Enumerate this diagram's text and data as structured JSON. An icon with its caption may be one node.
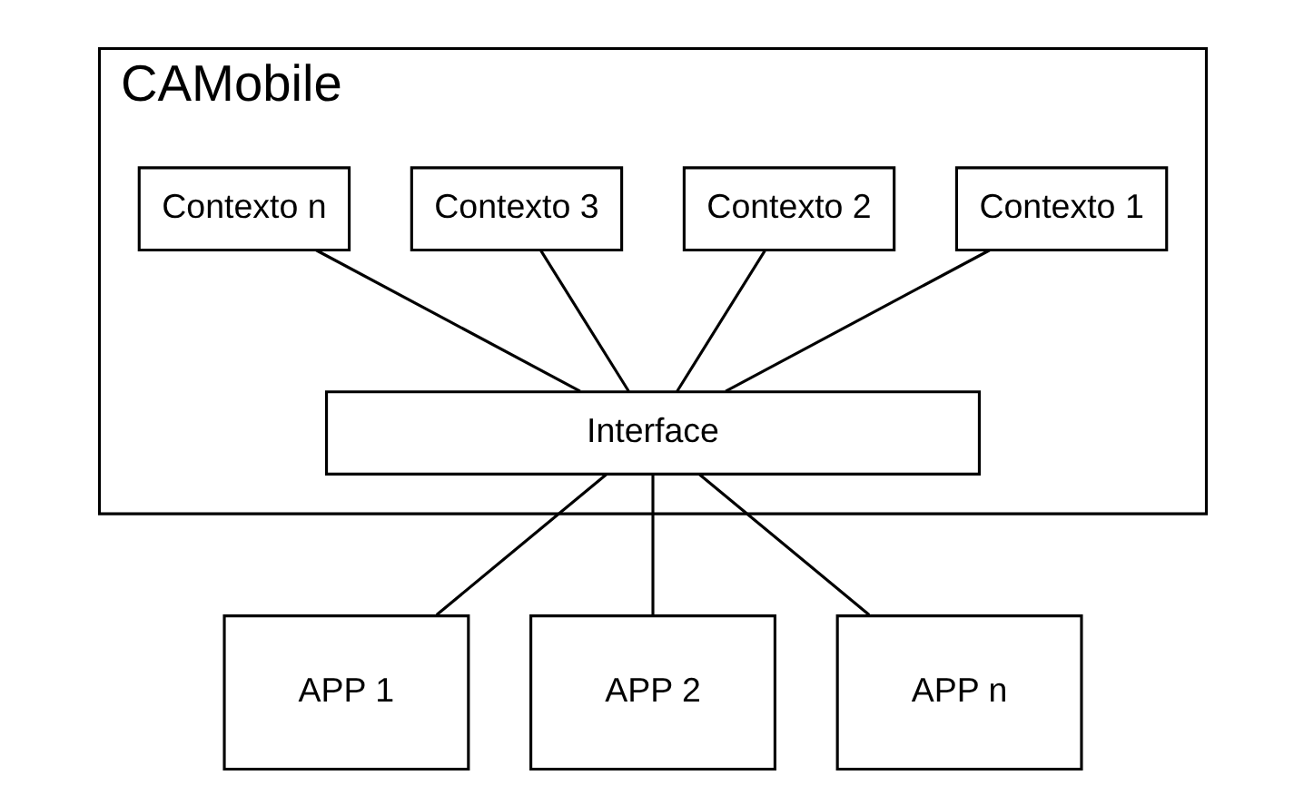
{
  "diagram": {
    "nodes": [
      {
        "text": [
          "CAMobile"
        ]
      },
      {
        "text": [
          "Contexto 1"
        ],
        "in": 0
      },
      {
        "text": [
          "Contexto 2"
        ],
        "in": 0
      },
      {
        "text": [
          "Contexto 3"
        ],
        "in": 0
      },
      {
        "text": [
          "Contexto n"
        ],
        "in": 0
      },
      {
        "text": [
          "Interface"
        ],
        "in": 0
      },
      {
        "text": [
          "APP 1"
        ]
      },
      {
        "text": [
          "APP 2"
        ]
      },
      {
        "text": [
          "APP n"
        ]
      }
    ],
    "edges": [
      {
        "from": 1,
        "to": 5,
        "arrow": "none"
      },
      {
        "from": 2,
        "to": 5,
        "arrow": "none"
      },
      {
        "from": 3,
        "to": 5,
        "arrow": "none"
      },
      {
        "from": 4,
        "to": 5,
        "arrow": "none"
      },
      {
        "from": 5,
        "to": 6,
        "arrow": "none"
      },
      {
        "from": 5,
        "to": 7,
        "arrow": "none"
      },
      {
        "from": 5,
        "to": 8,
        "arrow": "none"
      }
    ]
  }
}
